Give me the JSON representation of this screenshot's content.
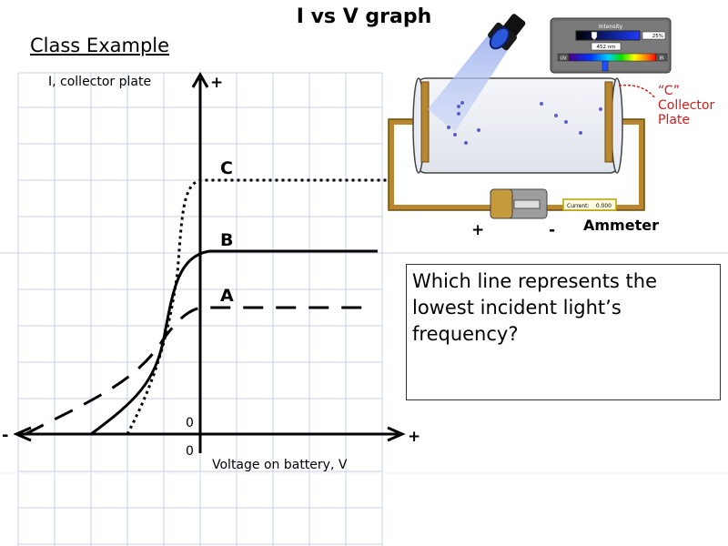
{
  "title": "I vs V graph",
  "subtitle": "Class Example",
  "question": "Which line represents the lowest incident light’s frequency?",
  "graph": {
    "y_axis_label": "I, collector plate",
    "x_axis_label": "Voltage on battery, V",
    "y_plus": "+",
    "x_plus": "+",
    "x_minus": "-",
    "origin_y_label": "0",
    "origin_x_label": "0",
    "curve_labels": {
      "a": "A",
      "b": "B",
      "c": "C"
    }
  },
  "apparatus": {
    "intensity_title": "Intensity",
    "intensity_value": "25%",
    "wavelength_value": "452 nm",
    "uv_label": "UV",
    "ir_label": "IR",
    "collector_label": "“C” Collector Plate",
    "current_label": "Current:",
    "current_value": "0.000",
    "ammeter_label": "Ammeter",
    "battery_plus": "+",
    "battery_minus": "-"
  },
  "colors": {
    "grid": "#c7d2e6",
    "collector_label": "#d31a1a",
    "wire": "#b8872f",
    "electron": "#5a5fd0"
  }
}
